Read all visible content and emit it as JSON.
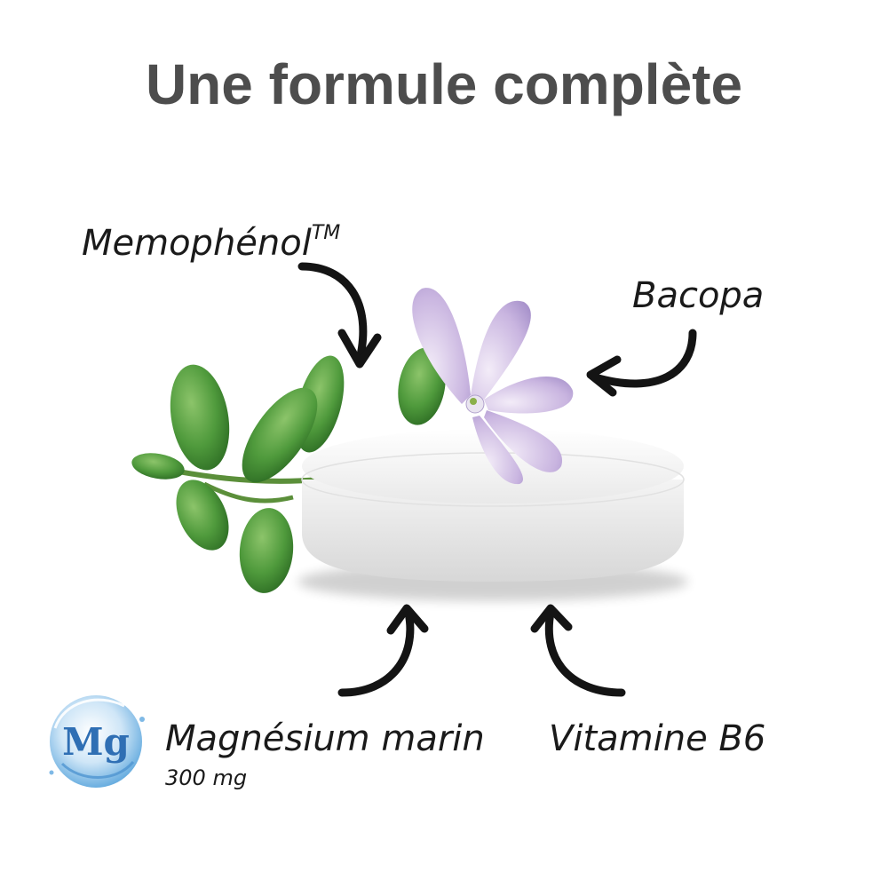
{
  "title": "Une formule complète",
  "labels": {
    "memophenol": "Memophénol",
    "memophenol_mark": "TM",
    "bacopa": "Bacopa",
    "magnesium": "Magnésium marin",
    "magnesium_dose": "300 mg",
    "vitamine": "Vitamine B6"
  },
  "mg_badge": "Mg",
  "colors": {
    "title": "#4d4d4d",
    "text": "#1a1a1a",
    "leaf": "#4f9a3c",
    "flower": "#cbb8e0",
    "tablet": "#f2f2f2",
    "mg_blue": "#2f6fb4"
  },
  "icons": [
    "curved-arrow-icon",
    "mg-water-drop-icon",
    "bacopa-leaf-icon",
    "bacopa-flower-icon",
    "tablet-icon"
  ]
}
